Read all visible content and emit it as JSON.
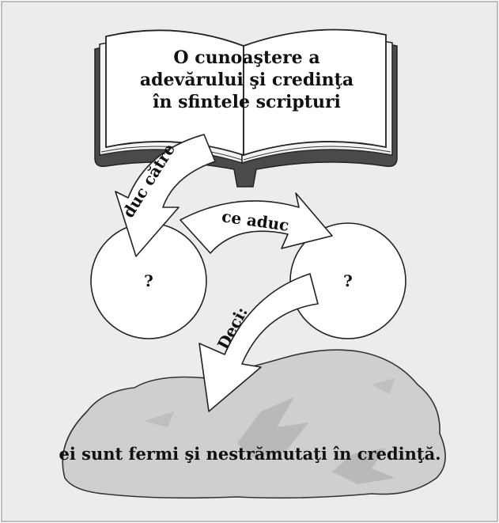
{
  "book": {
    "line1": "O cunoaştere a",
    "line2": "adevărului şi credinţa",
    "line3": "în sfintele scripturi"
  },
  "arrows": {
    "leads_to": "duc către",
    "which_bring": "ce aduc",
    "therefore": "Deci:"
  },
  "circles": {
    "left": "?",
    "right": "?"
  },
  "rock": {
    "text": "ei sunt fermi şi nestrămutaţi în credinţă."
  },
  "colors": {
    "panel_background": "#ececec",
    "panel_border": "#bdbdbd",
    "book_cover": "#4a4a4a",
    "book_page": "#ffffff",
    "rock_fill": "#cfcfcf",
    "stroke": "#222222"
  }
}
